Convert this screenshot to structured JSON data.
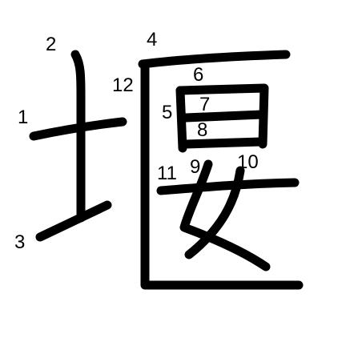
{
  "character": "堰",
  "stroke_numbers": [
    "1",
    "2",
    "3",
    "4",
    "5",
    "6",
    "7",
    "8",
    "9",
    "10",
    "11",
    "12"
  ],
  "colors": {
    "stroke": "#000000",
    "background": "#ffffff"
  }
}
